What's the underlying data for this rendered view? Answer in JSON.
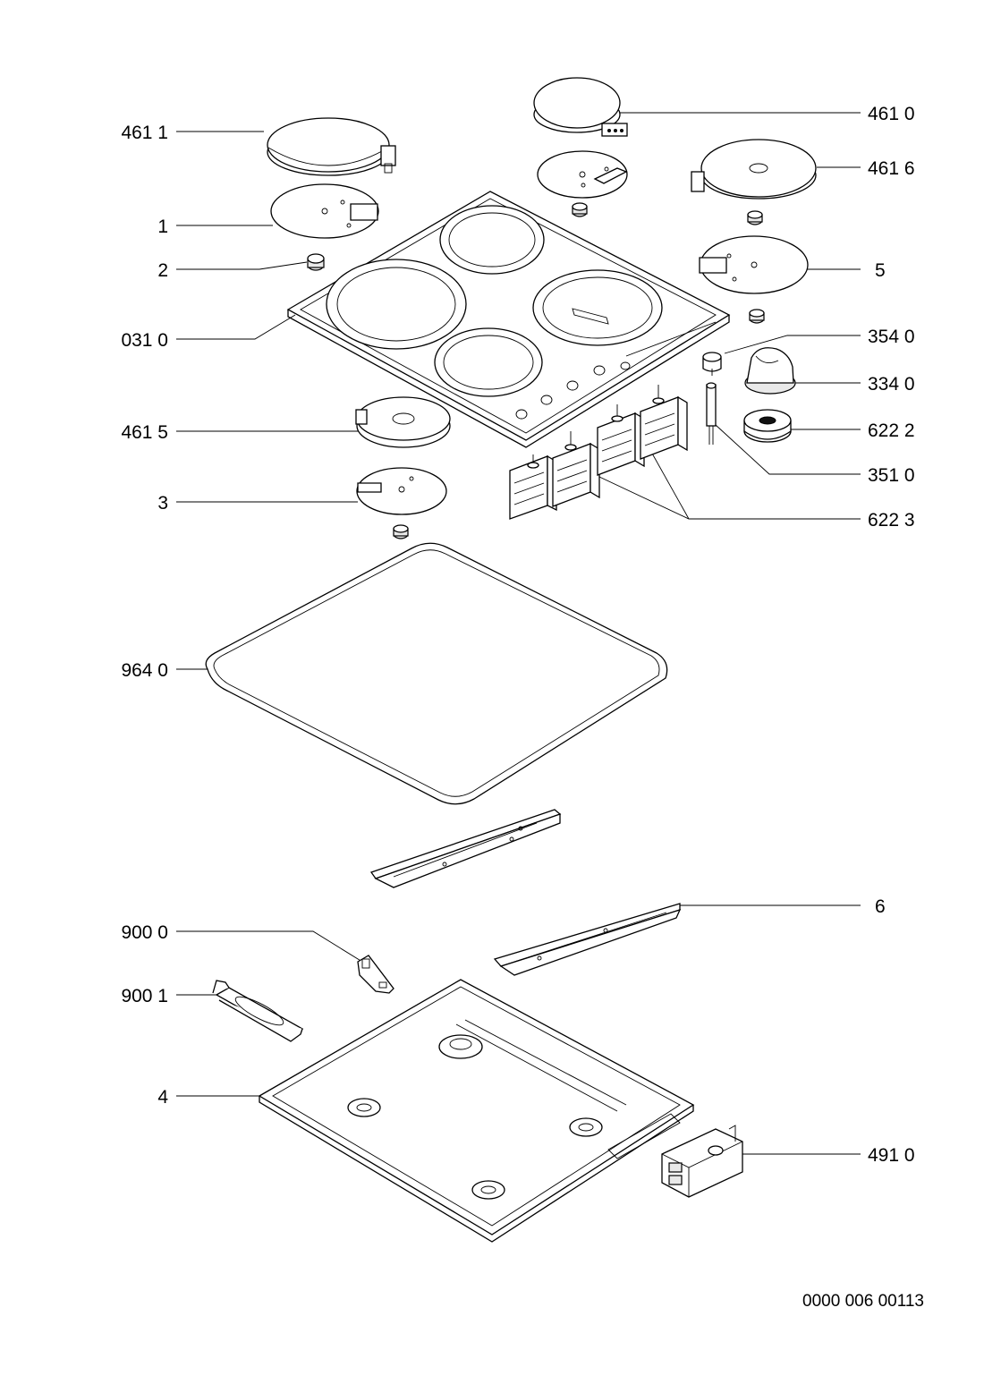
{
  "labels": {
    "l_461_1": "461 1",
    "l_1": "1",
    "l_2": "2",
    "l_031_0": "031 0",
    "l_461_5": "461 5",
    "l_3": "3",
    "l_964_0": "964 0",
    "l_900_0": "900 0",
    "l_900_1": "900 1",
    "l_4": "4",
    "l_461_0": "461 0",
    "l_461_6": "461 6",
    "l_5": "5",
    "l_354_0": "354 0",
    "l_334_0": "334 0",
    "l_622_2": "622 2",
    "l_351_0": "351 0",
    "l_622_3": "622 3",
    "l_6": "6",
    "l_491_0": "491 0"
  },
  "drawing_number": "0000 006 00113"
}
